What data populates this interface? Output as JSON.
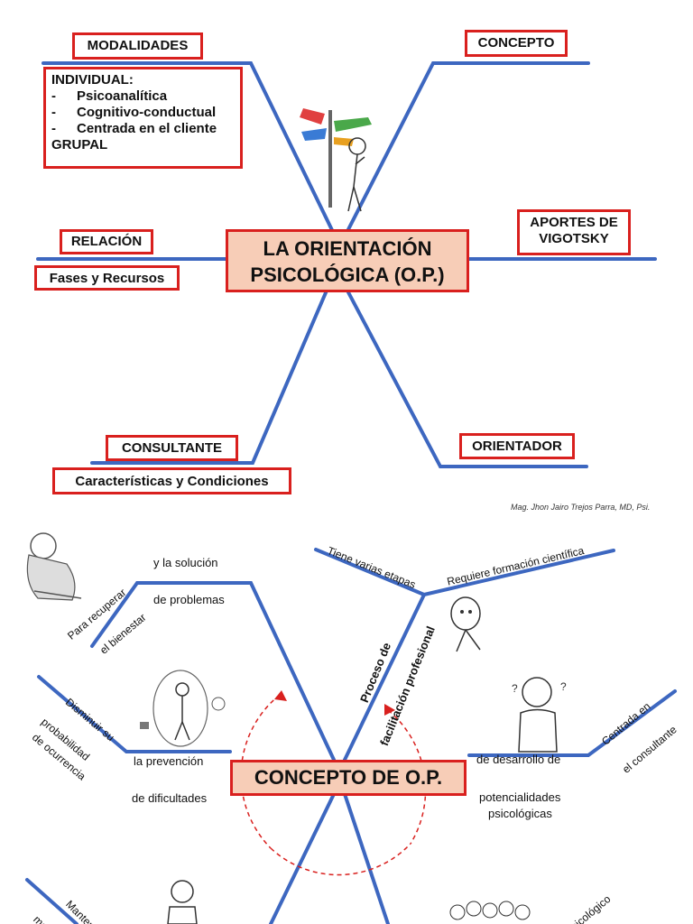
{
  "top": {
    "title": "LA ORIENTACIÓN PSICOLÓGICA (O.P.)",
    "boxes": {
      "modalidades": "MODALIDADES",
      "concepto": "CONCEPTO",
      "relacion": "RELACIÓN",
      "fases": "Fases y Recursos",
      "aportes": "APORTES DE VIGOTSKY",
      "consultante": "CONSULTANTE",
      "caracteristicas": "Características y Condiciones",
      "orientador": "ORIENTADOR"
    },
    "modalidades_detail": {
      "heading": "INDIVIDUAL:",
      "items": [
        "Psicoanalítica",
        "Cognitivo-conductual",
        "Centrada en el cliente"
      ],
      "bullet": "-",
      "footer": "GRUPAL"
    },
    "credit": "Mag. Jhon Jairo Trejos Parra, MD, Psi."
  },
  "bottom": {
    "title": "CONCEPTO DE O.P.",
    "labels": {
      "para_recuperar": "Para recuperar",
      "el_bienestar": "el bienestar",
      "y_la_solucion": "y la solución",
      "de_problemas": "de problemas",
      "tiene_etapas": "Tiene varias etapas",
      "requiere": "Requiere formación científica",
      "proceso_de": "Proceso de",
      "facilitacion": "facilitación profesional",
      "disminuir": "Disminuir su",
      "probabilidad": "probabilidad",
      "ocurrencia": "de ocurrencia",
      "la_prevencion": "la prevención",
      "de_dificultades": "de dificultades",
      "de_desarrollo": "de desarrollo de",
      "potencialidades": "potencialidades",
      "psicologicas": "psicológicas",
      "centrada_en": "Centrada en",
      "el_consultante": "el consultante",
      "mantener": "Mantener",
      "ma": "ma",
      "psicologico": "sicológico"
    }
  },
  "colors": {
    "line": "#3d67c0",
    "border": "#d9201e",
    "title_fill": "#f7cdb7"
  }
}
